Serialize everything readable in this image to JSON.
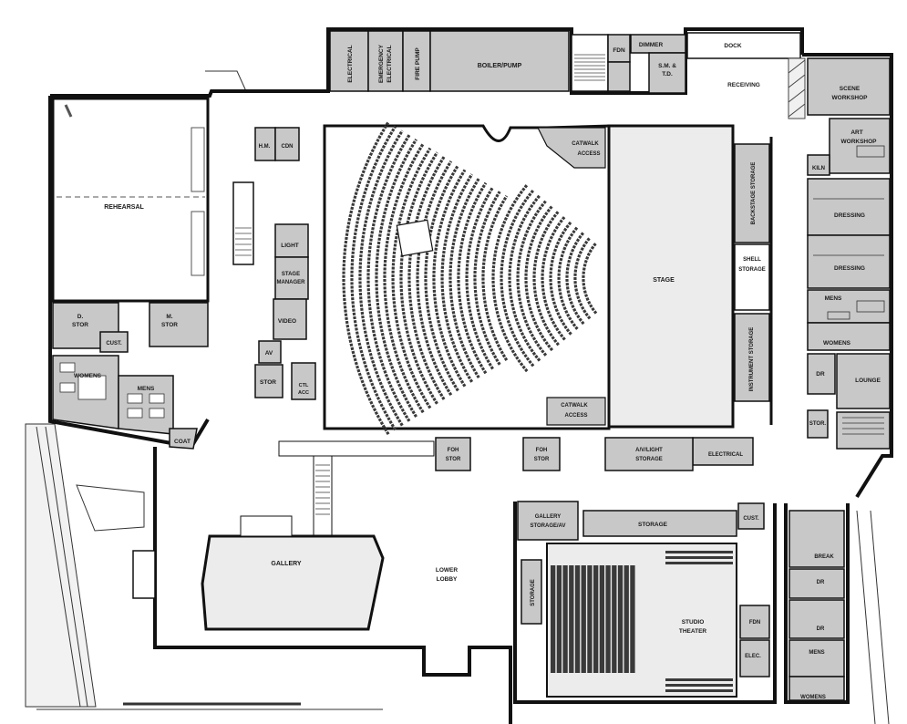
{
  "rooms": {
    "electrical_top": "ELECTRICAL",
    "emergency_electrical": [
      "EMERGENCY",
      "ELECTRICAL"
    ],
    "fire_pump": "FIRE PUMP",
    "boiler_pump": "BOILER/PUMP",
    "fdn_top": "FDN",
    "dimmer": "DIMMER",
    "sm_td": [
      "S.M. &",
      "T.D."
    ],
    "dock": "DOCK",
    "receiving": "RECEIVING",
    "scene_workshop": [
      "SCENE",
      "WORKSHOP"
    ],
    "art_workshop": [
      "ART",
      "WORKSHOP"
    ],
    "kiln": "KILN",
    "dressing_1": "DRESSING",
    "dressing_2": "DRESSING",
    "mens_right": "MENS",
    "womens_right": "WOMENS",
    "dr_right": "DR",
    "lounge": "LOUNGE",
    "stor_right": "STOR.",
    "rehearsal": "REHEARSAL",
    "d_stor": [
      "D.",
      "STOR"
    ],
    "m_stor": [
      "M.",
      "STOR"
    ],
    "cust_left": "CUST.",
    "womens_left": "WOMENS",
    "mens_left": "MENS",
    "coat": "COAT",
    "hm": "H.M.",
    "cdn": "CDN",
    "light": "LIGHT",
    "stage_manager": [
      "STAGE",
      "MANAGER"
    ],
    "video": "VIDEO",
    "av": "AV",
    "stor_left": "STOR",
    "ctl_acc": [
      "CTL",
      "ACC"
    ],
    "catwalk_access_top": [
      "CATWALK",
      "ACCESS"
    ],
    "catwalk_access_bottom": [
      "CATWALK",
      "ACCESS"
    ],
    "stage": "STAGE",
    "backstage_storage": "BACKSTAGE STORAGE",
    "shell_storage": [
      "SHELL",
      "STORAGE"
    ],
    "instrument_storage": "INSTRUMENT STORAGE",
    "foh_stor_1": [
      "FOH",
      "STOR"
    ],
    "foh_stor_2": [
      "FOH",
      "STOR"
    ],
    "av_light_storage": [
      "A/V/LIGHT",
      "STORAGE"
    ],
    "electrical_bottom": "ELECTRICAL",
    "gallery": "GALLERY",
    "lower_lobby": [
      "LOWER",
      "LOBBY"
    ],
    "gallery_storage_av": [
      "GALLERY",
      "STORAGE/AV"
    ],
    "storage_studio": "STORAGE",
    "storage_vertical": "STORAGE",
    "cust_right": "CUST.",
    "studio_theater": [
      "STUDIO",
      "THEATER"
    ],
    "fdn_bottom": "FDN",
    "elec": "ELEC.",
    "break": "BREAK",
    "dr_bottom_1": "DR",
    "dr_bottom_2": "DR",
    "mens_bottom": "MENS",
    "womens_bottom": "WOMENS"
  },
  "colors": {
    "wall": "#111111",
    "service_fill": "#c8c8c8",
    "stage_fill": "#ececec",
    "seat": "#3a3a3a",
    "floor": "#ffffff"
  }
}
